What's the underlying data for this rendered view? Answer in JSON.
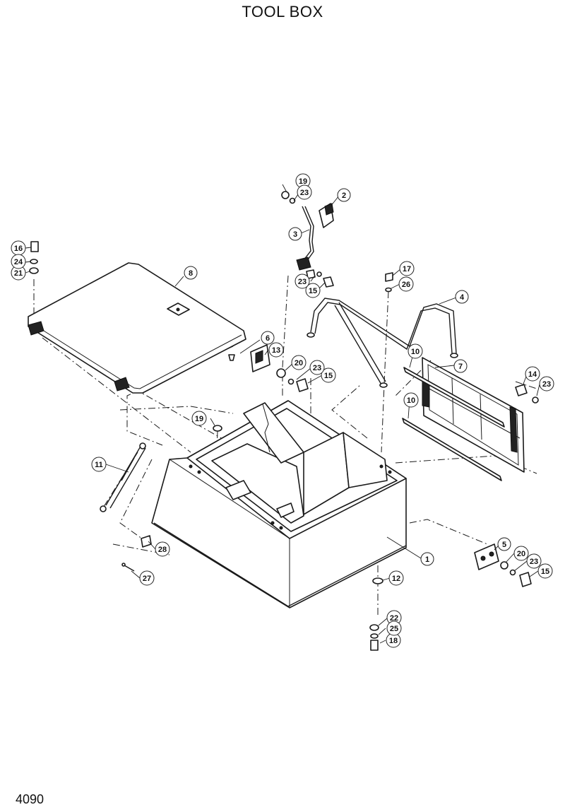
{
  "title": "TOOL BOX",
  "page_number": "4090",
  "callouts": {
    "p1": "1",
    "p2": "2",
    "p3": "3",
    "p4": "4",
    "p5": "5",
    "p6": "6",
    "p7": "7",
    "p8": "8",
    "p10a": "10",
    "p10b": "10",
    "p11": "11",
    "p12": "12",
    "p13": "13",
    "p14": "14",
    "p15a": "15",
    "p15b": "15",
    "p15c": "15",
    "p16": "16",
    "p17": "17",
    "p18": "18",
    "p19a": "19",
    "p19b": "19",
    "p20a": "20",
    "p20b": "20",
    "p21": "21",
    "p22": "22",
    "p23a": "23",
    "p23b": "23",
    "p23c": "23",
    "p23d": "23",
    "p23e": "23",
    "p24": "24",
    "p25": "25",
    "p26": "26",
    "p27": "27",
    "p28": "28"
  }
}
